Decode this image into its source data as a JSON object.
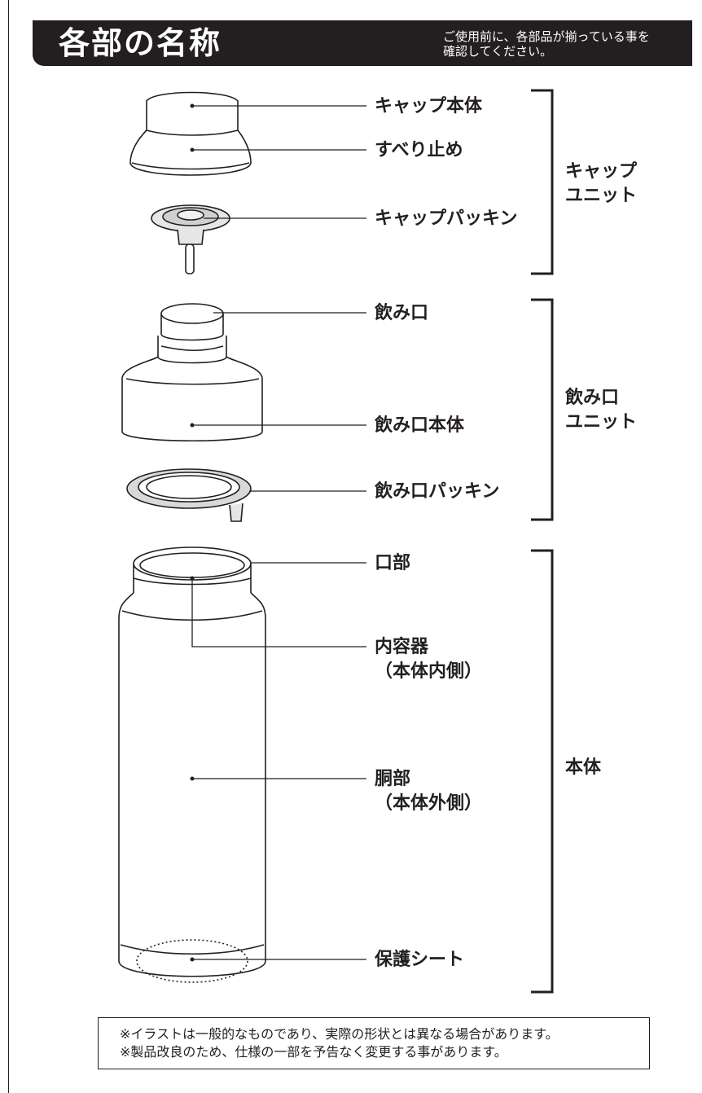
{
  "header": {
    "title": "各部の名称",
    "note_line1": "ご使用前に、各部品が揃っている事を",
    "note_line2": "確認してください。"
  },
  "parts": {
    "cap_body": "キャップ本体",
    "anti_slip": "すべり止め",
    "cap_packing": "キャップパッキン",
    "spout": "飲み口",
    "spout_body": "飲み口本体",
    "spout_packing": "飲み口パッキン",
    "mouth": "口部",
    "inner_container_line1": "内容器",
    "inner_container_line2": "（本体内側）",
    "body_trunk_line1": "胴部",
    "body_trunk_line2": "（本体外側）",
    "protective_sheet": "保護シート"
  },
  "groups": {
    "cap_unit_line1": "キャップ",
    "cap_unit_line2": "ユニット",
    "spout_unit_line1": "飲み口",
    "spout_unit_line2": "ユニット",
    "main_body": "本体"
  },
  "notes": {
    "line1": "※イラストは一般的なものであり、実際の形状とは異なる場合があります。",
    "line2": "※製品改良のため、仕様の一部を予告なく変更する事があります。"
  }
}
